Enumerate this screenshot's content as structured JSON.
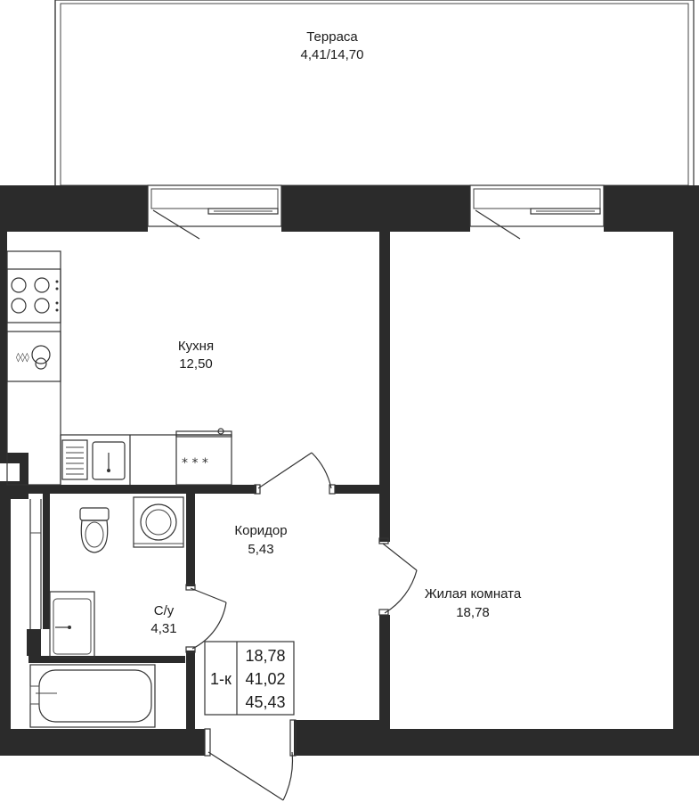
{
  "rooms": {
    "terrace": {
      "name": "Терраса",
      "area": "4,41/14,70"
    },
    "kitchen": {
      "name": "Кухня",
      "area": "12,50"
    },
    "corridor": {
      "name": "Коридор",
      "area": "5,43"
    },
    "bathroom": {
      "name": "С/у",
      "area": "4,31"
    },
    "living": {
      "name": "Жилая комната",
      "area": "18,78"
    }
  },
  "summary": {
    "type": "1-к",
    "living_area": "18,78",
    "total_area": "41,02",
    "total_with_terrace": "45,43"
  }
}
